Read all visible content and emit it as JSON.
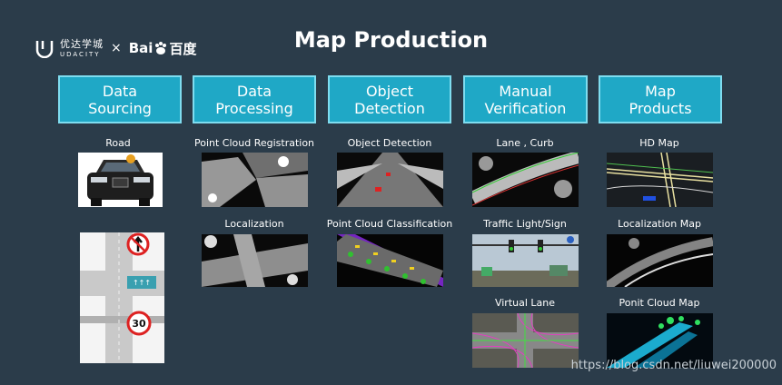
{
  "logo": {
    "udacity_cn": "优达学城",
    "udacity_en": "UDACITY",
    "separator": "×",
    "baidu_latin": "Bai",
    "baidu_cn": "百度"
  },
  "title": "Map Production",
  "columns": [
    {
      "label": "Data\nSourcing"
    },
    {
      "label": "Data\nProcessing"
    },
    {
      "label": "Object\nDetection"
    },
    {
      "label": "Manual\nVerification"
    },
    {
      "label": "Map\nProducts"
    }
  ],
  "captions": {
    "road": "Road",
    "pcr": "Point Cloud Registration",
    "localization": "Localization",
    "object_detection": "Object Detection",
    "pcc": "Point Cloud Classification",
    "lane_curb": "Lane , Curb",
    "traffic": "Traffic Light/Sign",
    "virtual_lane": "Virtual Lane",
    "hd_map": "HD Map",
    "loc_map": "Localization Map",
    "pc_map": "Ponit Cloud Map"
  },
  "sign_speed": "30",
  "watermark": "https://blog.csdn.net/liuwei200000"
}
